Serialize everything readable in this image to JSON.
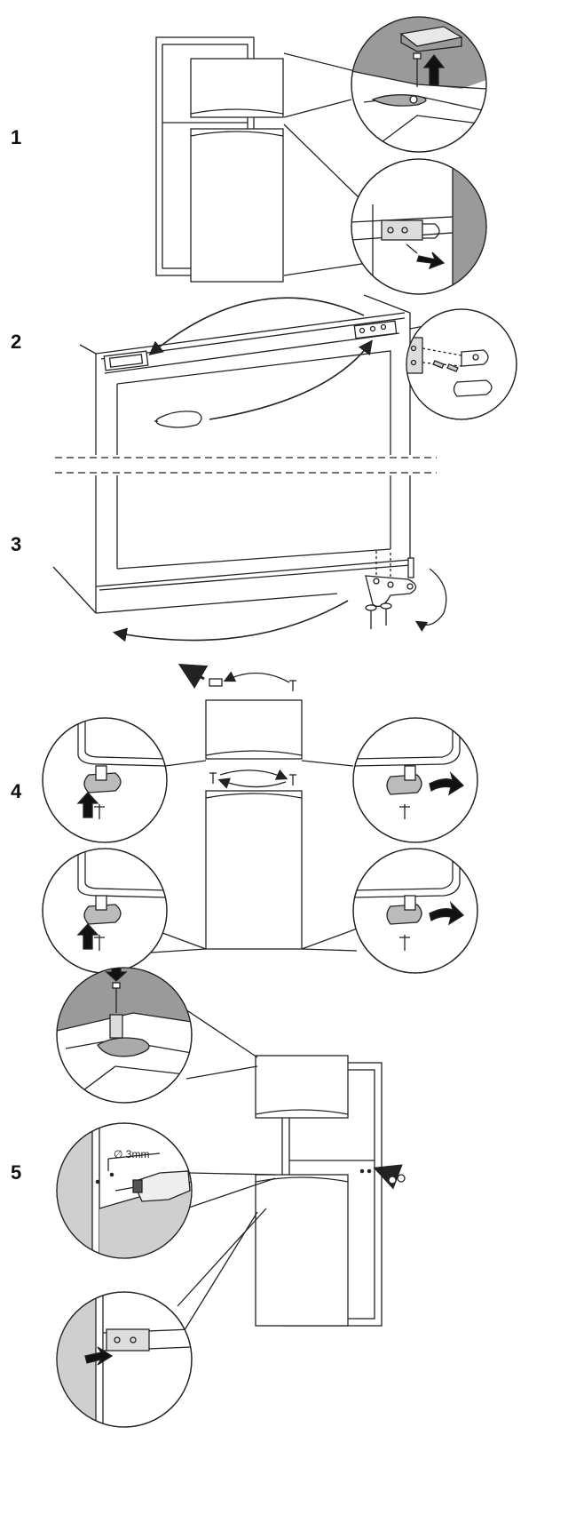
{
  "steps": [
    {
      "number": "1"
    },
    {
      "number": "2"
    },
    {
      "number": "3"
    },
    {
      "number": "4"
    },
    {
      "number": "5"
    }
  ],
  "drill_label": "∅ 3mm",
  "colors": {
    "line": "#222222",
    "shade": "#9a9a9a",
    "lightShade": "#cfcfcf"
  }
}
